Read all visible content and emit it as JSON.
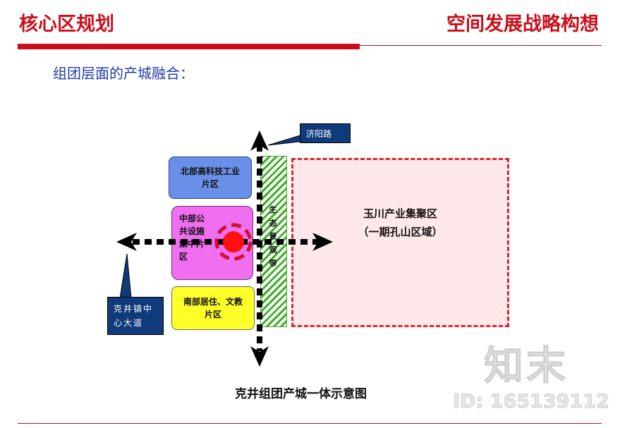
{
  "header": {
    "left_title": "核心区规划",
    "right_title": "空间发展战略构想"
  },
  "subtitle": "组团层面的产城融合：",
  "diagram": {
    "north_zone": "北部高科技工业片区",
    "north_zone_lines": [
      "北部高科技工业",
      "片区"
    ],
    "center_zone_lines": [
      "中部公",
      "共设施",
      "集中片",
      "区"
    ],
    "south_zone_lines": [
      "南部居住、文教",
      "片区"
    ],
    "eco_belt_chars": [
      "生",
      "态",
      "景",
      "观",
      "带"
    ],
    "park_lines": [
      "玉川产业集聚区",
      "（一期孔山区域）"
    ],
    "callout_road": "济阳路",
    "callout_avenue": "克井镇中心大道",
    "caption": "克井组团产城一体示意图"
  },
  "watermark": {
    "logo": "知末",
    "id": "ID: 165139112"
  },
  "colors": {
    "brand_red": "#c8101c",
    "subtitle_blue": "#1f3aa6",
    "north_blue": "#6a8fe8",
    "center_magenta": "#f06ef0",
    "south_yellow": "#ffff2a",
    "eco_green": "#3fae2a",
    "park_pink": "#ffe8ea",
    "callout_navy": "#0f3b7a"
  }
}
